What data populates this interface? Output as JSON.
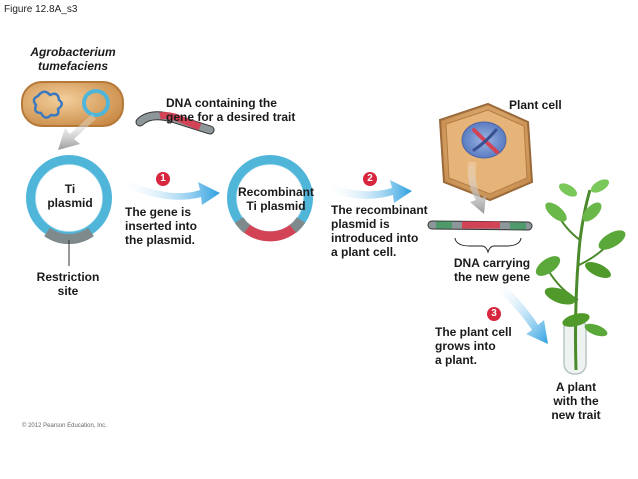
{
  "figure_id": "Figure 12.8A_s3",
  "organism": "Agrobacterium\ntumefaciens",
  "dna_desired": "DNA containing the\ngene for a desired trait",
  "plant_cell": "Plant cell",
  "ti_plasmid": "Ti\nplasmid",
  "restriction_site": "Restriction\nsite",
  "recombinant_plasmid": "Recombinant\nTi plasmid",
  "steps": [
    {
      "number": "1",
      "text": "The gene is\ninserted into\nthe plasmid."
    },
    {
      "number": "2",
      "text": "The recombinant\nplasmid is\nintroduced into\na plant cell."
    },
    {
      "number": "3",
      "text": "The plant cell\ngrows into\na plant."
    }
  ],
  "dna_carrying": "DNA carrying\nthe new gene",
  "plant_result": "A plant\nwith the\nnew trait",
  "copyright": "© 2012 Pearson Education, Inc.",
  "colors": {
    "arrow_blue": "#3aa7e0",
    "dna_red": "#d24356",
    "plasmid_cyan": "#4fb6da",
    "badge_red": "#d7263d",
    "bacterium_tan": "#d9a66b",
    "leaf_green": "#4f9a2a"
  }
}
